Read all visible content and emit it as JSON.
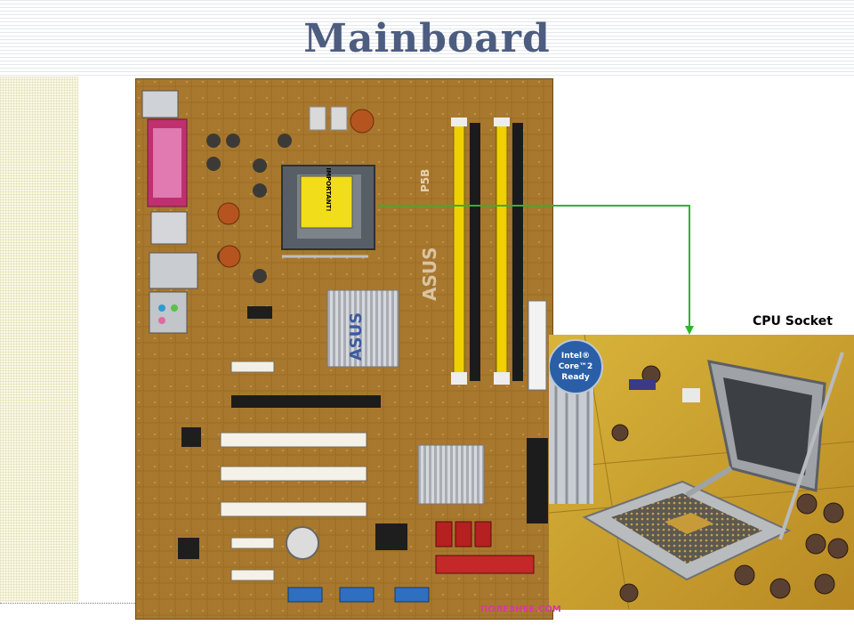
{
  "slide": {
    "title": "Mainboard",
    "caption": "CPU Socket",
    "watermark": "ПОЛЕЗНЕЕ.COM"
  },
  "mainboard_labels": {
    "brand": "ASUS",
    "chip": "P5B",
    "sticker": "IMPORTANT!"
  },
  "cpu_badge": {
    "line1": "Intel®",
    "line2": "Core™2",
    "line3": "Ready"
  },
  "colors": {
    "title": "#4d5d80",
    "pointer_line": "#2db52d",
    "board": "#a8782e",
    "dimm_slot": "#f0d000",
    "pci_slot": "#f4f1e8",
    "heatsink": "#c6c9ce"
  }
}
